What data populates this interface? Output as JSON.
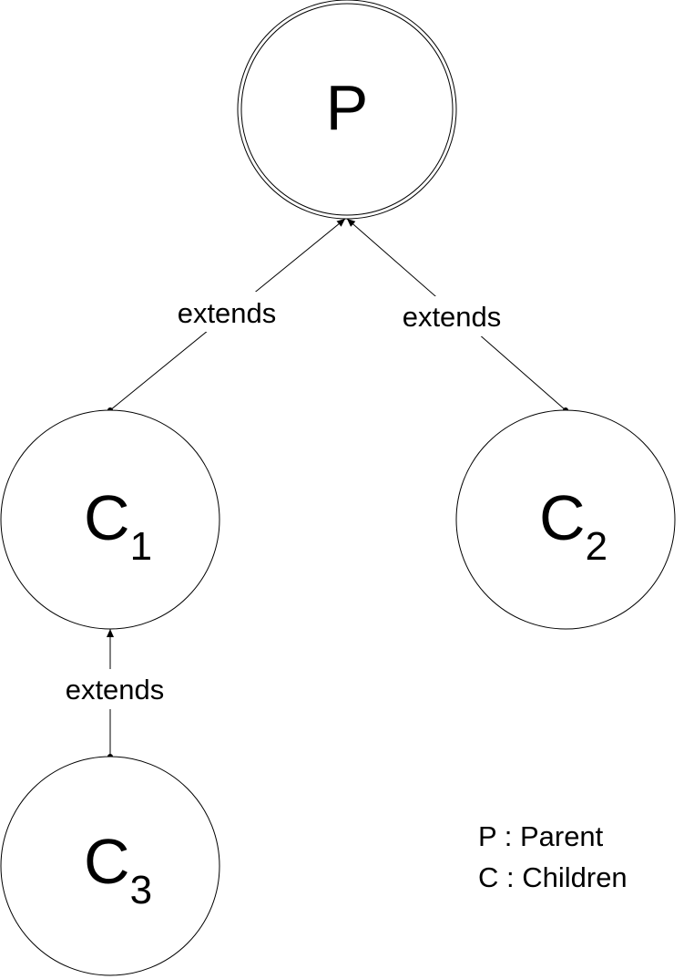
{
  "nodes": {
    "parent": {
      "label": "P"
    },
    "child1": {
      "label": "C",
      "subscript": "1"
    },
    "child2": {
      "label": "C",
      "subscript": "2"
    },
    "child3": {
      "label": "C",
      "subscript": "3"
    }
  },
  "edges": {
    "child1_to_parent": {
      "label": "extends"
    },
    "child2_to_parent": {
      "label": "extends"
    },
    "child3_to_child1": {
      "label": "extends"
    }
  },
  "legend": [
    {
      "text": "P : Parent"
    },
    {
      "text": "C : Children"
    }
  ]
}
